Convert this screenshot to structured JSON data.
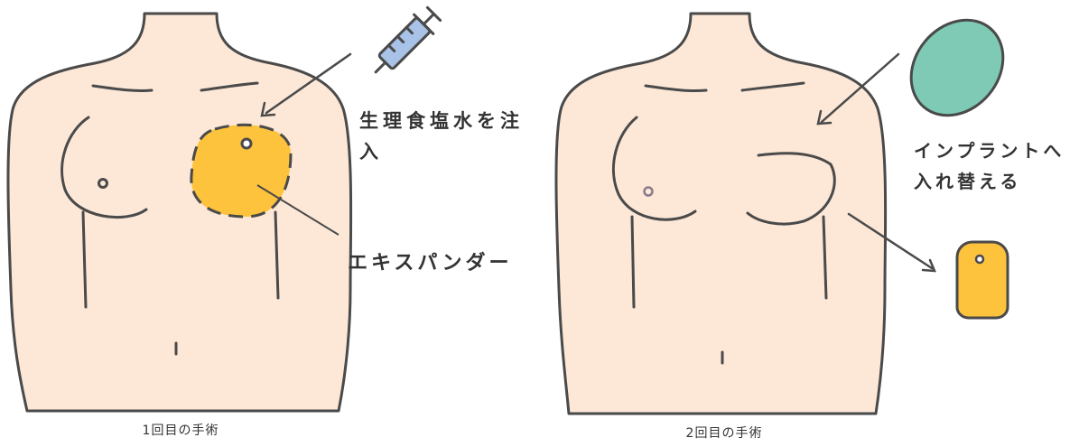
{
  "labels": {
    "saline": "生理食塩水を注入",
    "expander": "エキスパンダー",
    "implant": "インプラントへ入れ替える"
  },
  "captions": {
    "first": "1回目の手術",
    "second": "2回目の手術"
  },
  "colors": {
    "skin": "#fde8d8",
    "outline": "#4a4a4a",
    "expander": "#fec33d",
    "implant_shell": "#7ecab5",
    "syringe": "#a9c2e8"
  },
  "icons": [
    "syringe-icon",
    "implant-icon",
    "expander-device-icon"
  ]
}
